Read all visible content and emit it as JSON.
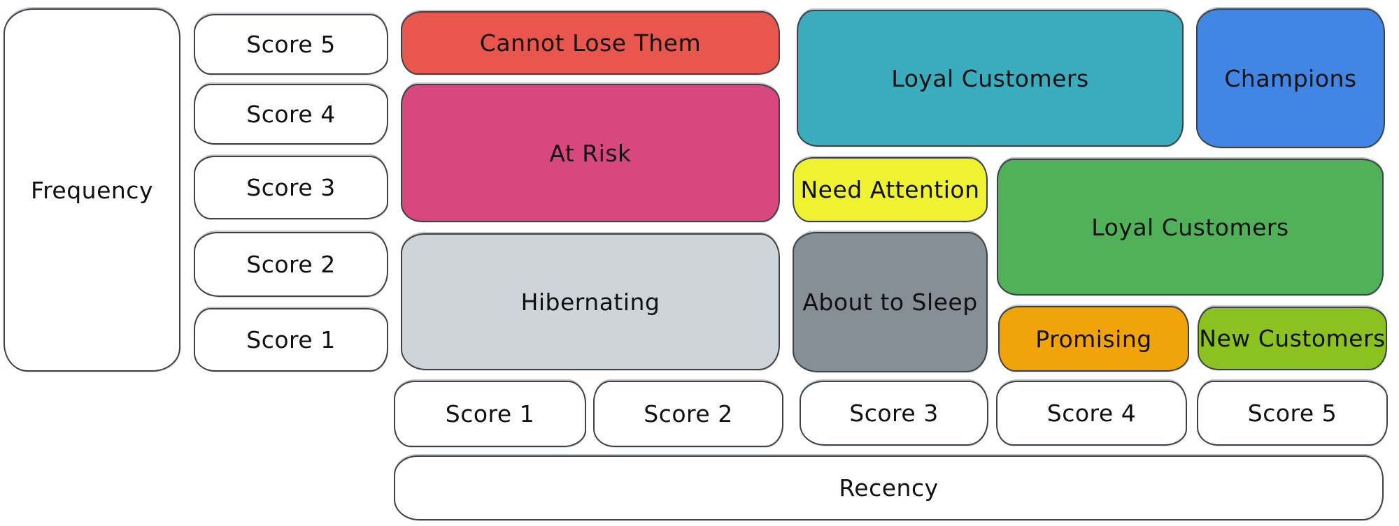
{
  "matrix": {
    "frequency_axis": {
      "label": "Frequency",
      "scores": [
        "Score 5",
        "Score 4",
        "Score 3",
        "Score 2",
        "Score 1"
      ]
    },
    "recency_axis": {
      "label": "Recency",
      "scores": [
        "Score 1",
        "Score 2",
        "Score 3",
        "Score 4",
        "Score 5"
      ]
    },
    "segments": [
      {
        "label": "Cannot Lose Them",
        "color": "#e9564d",
        "recency_scores": "1-2",
        "frequency_scores": "5"
      },
      {
        "label": "At Risk",
        "color": "#d8487f",
        "recency_scores": "1-2",
        "frequency_scores": "3-4"
      },
      {
        "label": "Hibernating",
        "color": "#ced4da",
        "recency_scores": "1-2",
        "frequency_scores": "1-2"
      },
      {
        "label": "Loyal Customers",
        "color": "#3aacbe",
        "recency_scores": "3-4",
        "frequency_scores": "4-5"
      },
      {
        "label": "Champions",
        "color": "#4186e3",
        "recency_scores": "5",
        "frequency_scores": "4-5"
      },
      {
        "label": "Need Attention",
        "color": "#eef231",
        "recency_scores": "3",
        "frequency_scores": "3"
      },
      {
        "label": "Loyal Customers",
        "color": "#50b158",
        "recency_scores": "4-5",
        "frequency_scores": "2-3"
      },
      {
        "label": "About to Sleep",
        "color": "#868e96",
        "recency_scores": "3",
        "frequency_scores": "1-2"
      },
      {
        "label": "Promising",
        "color": "#f0a40a",
        "recency_scores": "4",
        "frequency_scores": "1"
      },
      {
        "label": "New Customers",
        "color": "#8bc220",
        "recency_scores": "5",
        "frequency_scores": "1"
      }
    ],
    "colors": {
      "background": "#ffffff",
      "axis_box_fill": "#ffffff",
      "outline": "#3c4248",
      "text": "#101010"
    }
  }
}
